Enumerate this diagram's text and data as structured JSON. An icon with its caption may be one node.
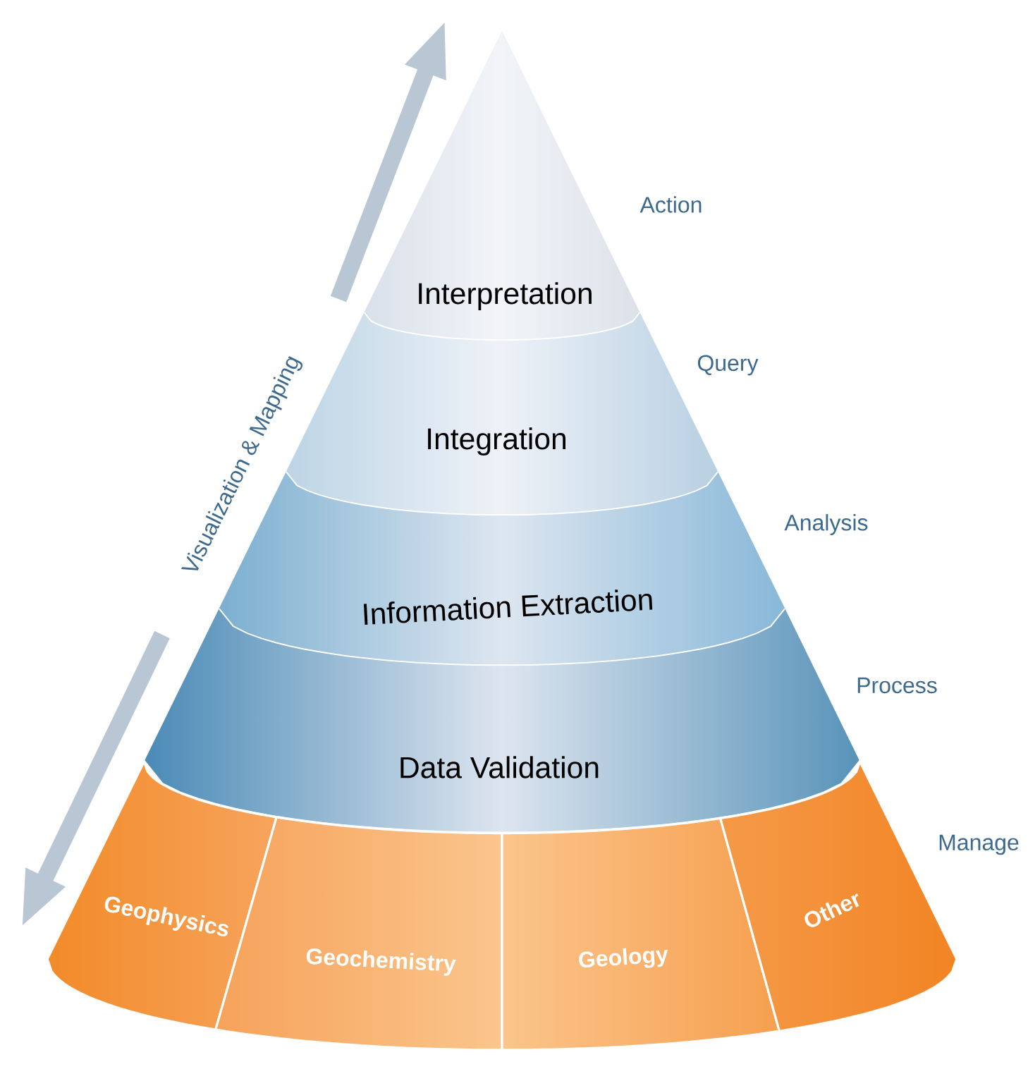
{
  "diagram": {
    "nodes": [
      {
        "text": [
          "Interpretation"
        ]
      },
      {
        "text": [
          "Integration"
        ]
      },
      {
        "text": [
          "Information Extraction"
        ]
      },
      {
        "text": [
          "Data Validation"
        ]
      },
      {
        "text": [
          "Geophysics"
        ]
      },
      {
        "text": [
          "Geochemistry"
        ]
      },
      {
        "text": [
          "Geology"
        ]
      },
      {
        "text": [
          "Other"
        ]
      }
    ],
    "labels": [
      "Action",
      "Query",
      "Analysis",
      "Process",
      "Manage",
      "Visualization & Mapping"
    ]
  }
}
